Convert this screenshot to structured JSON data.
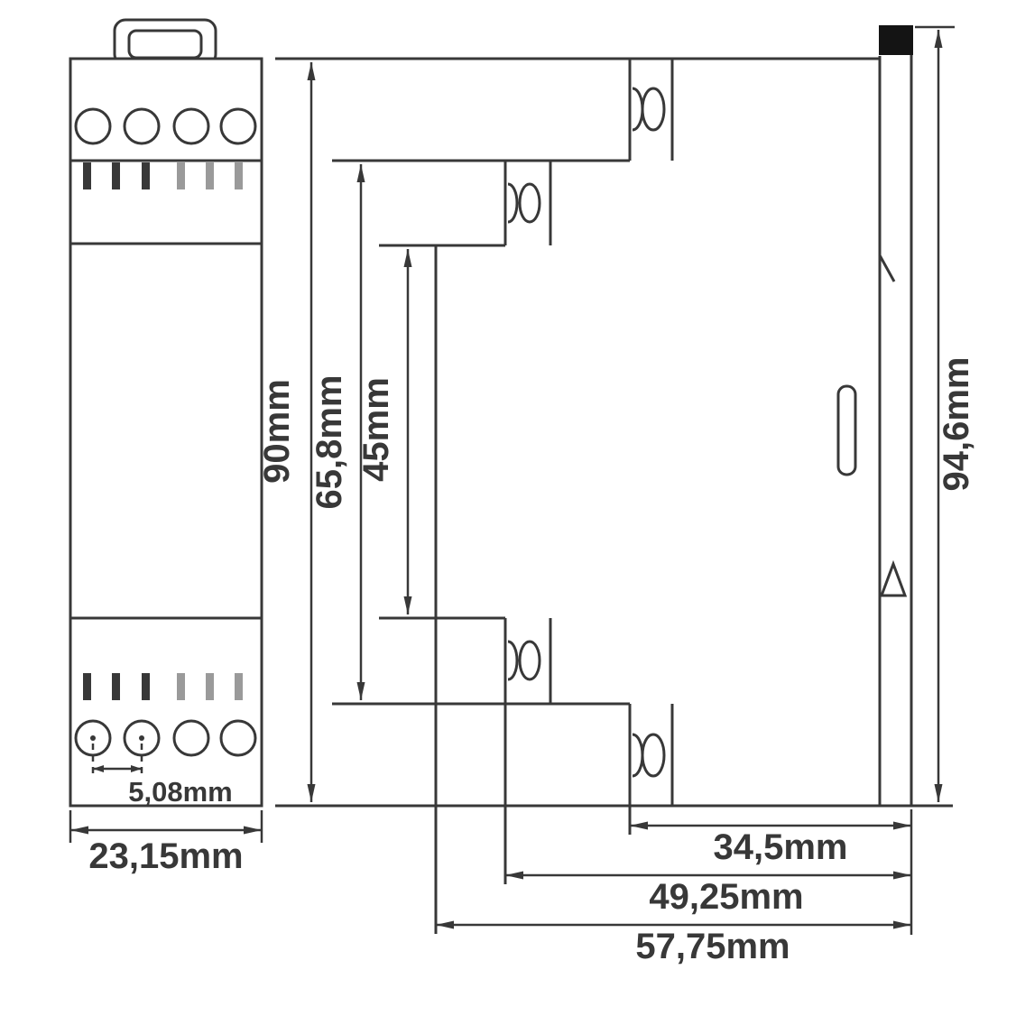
{
  "drawing": {
    "type": "technical-dimension-drawing",
    "views": {
      "front": {
        "dims": {
          "terminal_pitch": "5,08mm",
          "width": "23,15mm"
        }
      },
      "side": {
        "dims": {
          "body_height": "90mm",
          "terminal_span": "65,8mm",
          "inner_height": "45mm",
          "overall_height": "94,6mm",
          "rear_depth": "34,5mm",
          "mid_depth": "49,25mm",
          "overall_depth": "57,75mm"
        }
      }
    },
    "colors": {
      "line": "#383838",
      "tick_dark": "#383838",
      "tick_light": "#9a9a9a",
      "clip_black": "#141414",
      "background": "#ffffff"
    }
  }
}
